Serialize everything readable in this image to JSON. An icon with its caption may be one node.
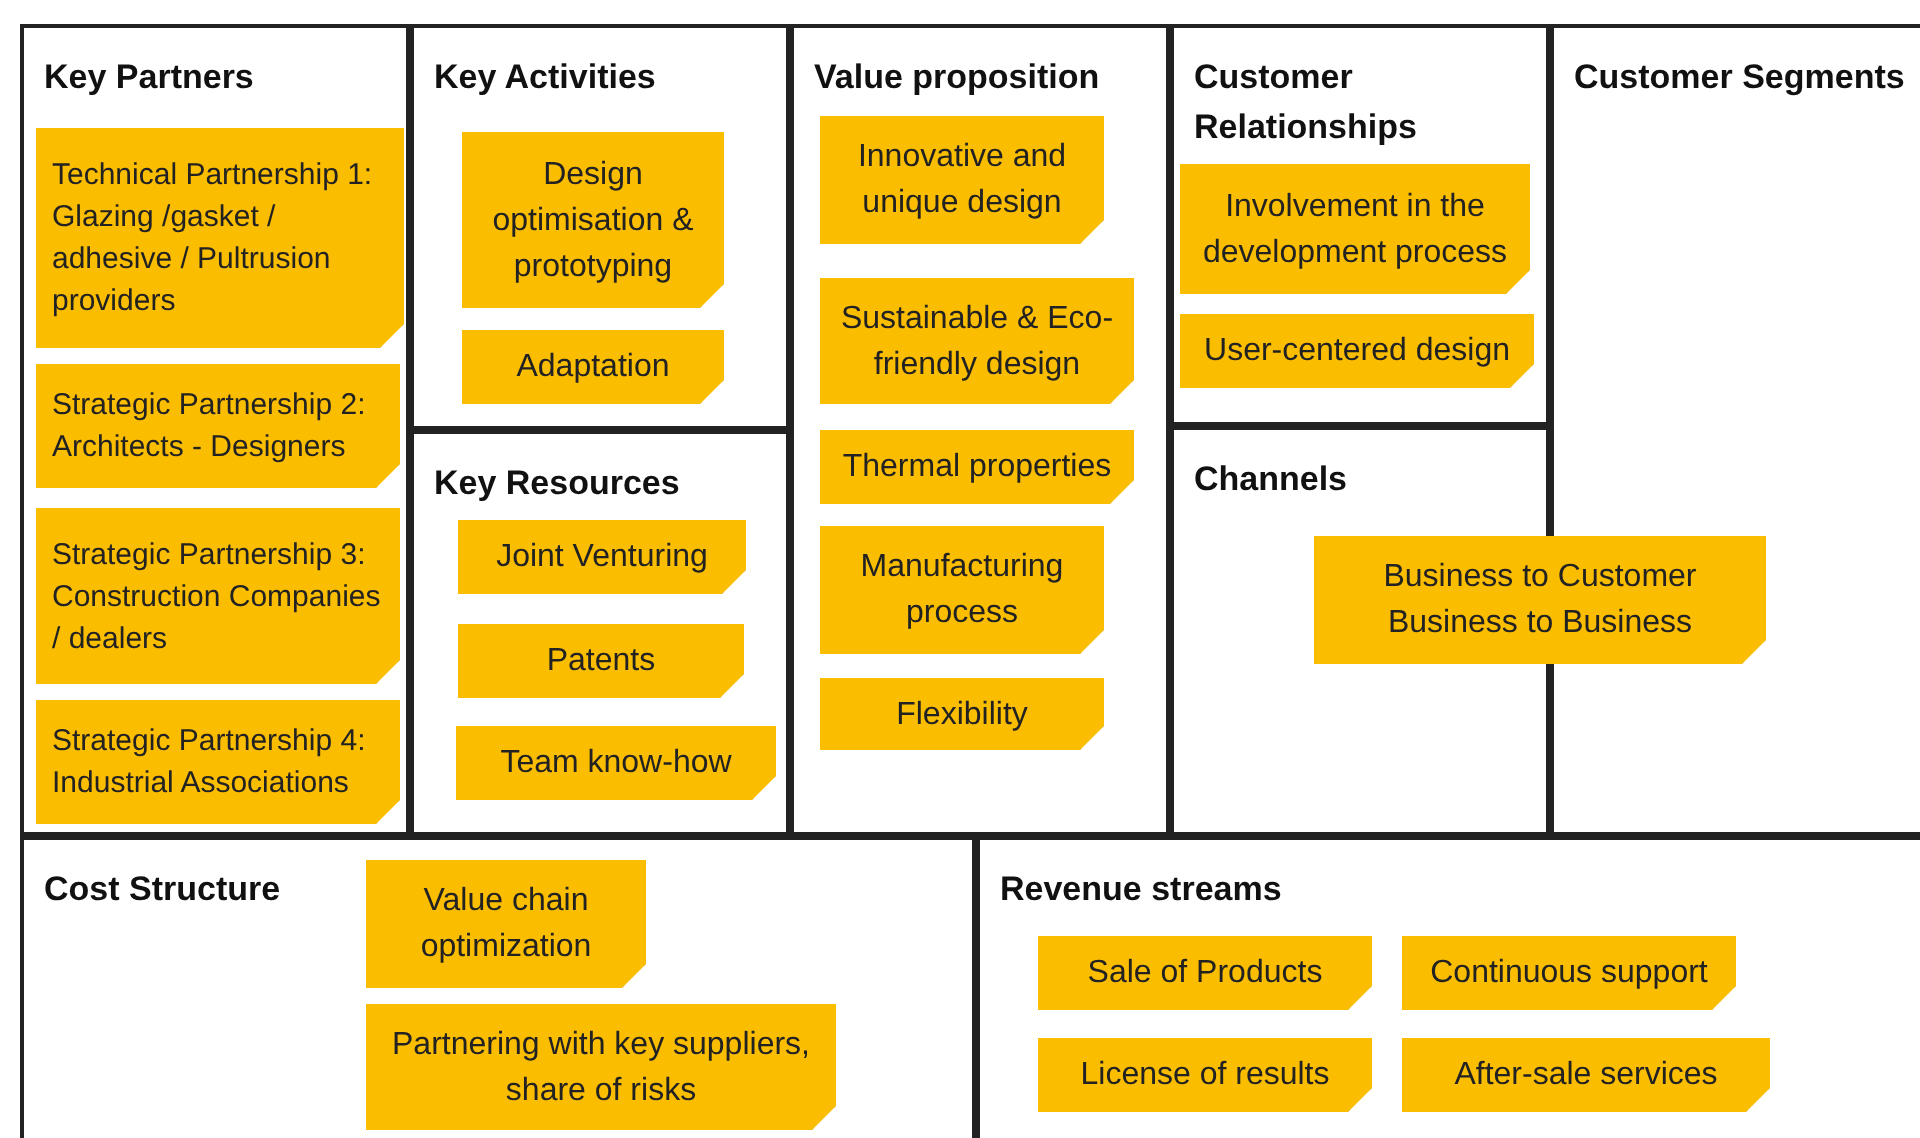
{
  "diagram": {
    "nodes": [
      {
        "text": [
          "Key Partners"
        ]
      },
      {
        "text": [
          "Technical Partnership 1: Glazing /gasket / adhesive / Pultrusion providers"
        ],
        "in": 0
      },
      {
        "text": [
          "Strategic Partnership 2: Architects - Designers"
        ],
        "in": 0
      },
      {
        "text": [
          "Strategic Partnership 3: Construction Companies / dealers"
        ],
        "in": 0
      },
      {
        "text": [
          "Strategic Partnership 4: Industrial Associations"
        ],
        "in": 0
      },
      {
        "text": [
          "Key Activities"
        ]
      },
      {
        "text": [
          "Design optimisation & prototyping"
        ],
        "in": 5
      },
      {
        "text": [
          "Adaptation"
        ],
        "in": 5
      },
      {
        "text": [
          "Key Resources"
        ]
      },
      {
        "text": [
          "Joint Venturing"
        ],
        "in": 8
      },
      {
        "text": [
          "Patents"
        ],
        "in": 8
      },
      {
        "text": [
          "Team know-how"
        ],
        "in": 8
      },
      {
        "text": [
          "Value proposition"
        ]
      },
      {
        "text": [
          "Innovative and unique design"
        ],
        "in": 12
      },
      {
        "text": [
          "Sustainable & Eco-friendly design"
        ],
        "in": 12
      },
      {
        "text": [
          "Thermal properties"
        ],
        "in": 12
      },
      {
        "text": [
          "Manufacturing process"
        ],
        "in": 12
      },
      {
        "text": [
          "Flexibility"
        ],
        "in": 12
      },
      {
        "text": [
          "Customer Relationships"
        ]
      },
      {
        "text": [
          "Involvement in the development process"
        ],
        "in": 18
      },
      {
        "text": [
          "User-centered design"
        ],
        "in": 18
      },
      {
        "text": [
          "Channels"
        ]
      },
      {
        "text": [
          "Customer Segments"
        ]
      },
      {
        "text": [
          "Business to Customer",
          "Business to Business"
        ]
      },
      {
        "text": [
          "Cost Structure"
        ]
      },
      {
        "text": [
          "Value chain optimization"
        ],
        "in": 24
      },
      {
        "text": [
          "Partnering with key suppliers, share of risks"
        ],
        "in": 24
      },
      {
        "text": [
          "Revenue streams"
        ]
      },
      {
        "text": [
          "Sale of Products"
        ],
        "in": 27
      },
      {
        "text": [
          "Continuous support"
        ],
        "in": 27
      },
      {
        "text": [
          "License of results"
        ],
        "in": 27
      },
      {
        "text": [
          "After-sale services"
        ],
        "in": 27
      }
    ]
  }
}
